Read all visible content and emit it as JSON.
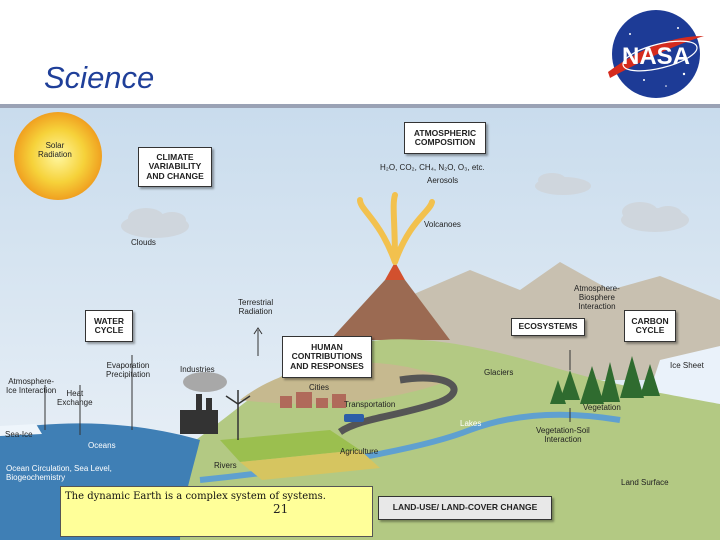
{
  "header": {
    "title": "Science",
    "logo_text": "NASA"
  },
  "boxes": {
    "climate": "CLIMATE\nVARIABILITY\nAND CHANGE",
    "atmospheric": "ATMOSPHERIC\nCOMPOSITION",
    "water": "WATER\nCYCLE",
    "human": "HUMAN\nCONTRIBUTIONS\nAND RESPONSES",
    "ecosystems": "ECOSYSTEMS",
    "carbon": "CARBON\nCYCLE",
    "landuse": "LAND-USE/ LAND-COVER CHANGE"
  },
  "labels": {
    "solar": "Solar\nRadiation",
    "gases": "H₂O, CO₂, CH₄, N₂O, O₃, etc.",
    "aerosols": "Aerosols",
    "volcanoes": "Volcanoes",
    "clouds": "Clouds",
    "terrestrial": "Terrestrial\nRadiation",
    "atm_bio": "Atmosphere-\nBiosphere\nInteraction",
    "evaporation": "Evaporation\nPrecipitation",
    "industries": "Industries",
    "atm_ice": "Atmosphere-\nIce Interaction",
    "heat": "Heat\nExchange",
    "cities": "Cities",
    "glaciers": "Glaciers",
    "ice_sheet": "Ice Sheet",
    "transportation": "Transportation",
    "vegetation": "Vegetation",
    "sea_ice": "Sea-Ice",
    "oceans": "Oceans",
    "veg_soil": "Vegetation-Soil\nInteraction",
    "agriculture": "Agriculture",
    "ocean_circ": "Ocean Circulation, Sea Level,\nBiogeochemistry",
    "rivers": "Rivers",
    "land_surface": "Land Surface",
    "lakes": "Lakes"
  },
  "caption": {
    "text": "The dynamic Earth is a complex system of systems.",
    "page": "21"
  },
  "colors": {
    "sky": "#dfeaf4",
    "ocean": "#3f7fb5",
    "title": "#1f3f99",
    "caption_bg": "#ffff99",
    "nasa_blue": "#1d3b96",
    "nasa_red": "#d52b1e"
  }
}
